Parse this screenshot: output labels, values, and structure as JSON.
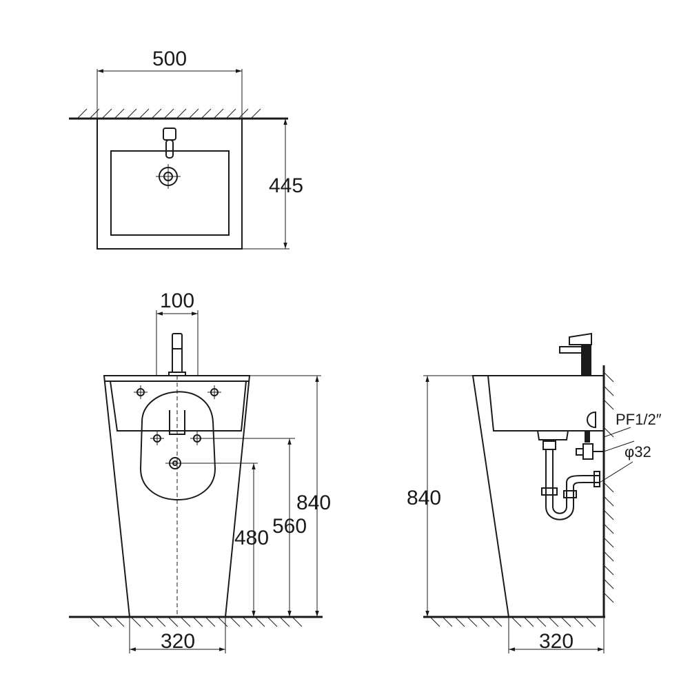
{
  "top_view": {
    "width_label": "500",
    "depth_label": "445"
  },
  "front_view": {
    "faucet_spacing_label": "100",
    "height_label": "840",
    "outlet_height_label": "560",
    "drain_height_label": "480",
    "base_width_label": "320"
  },
  "side_view": {
    "height_label": "840",
    "base_width_label": "320",
    "supply_label": "PF1/2″",
    "drain_label": "φ32"
  },
  "colors": {
    "line": "#1a1a1a",
    "background": "#ffffff"
  }
}
